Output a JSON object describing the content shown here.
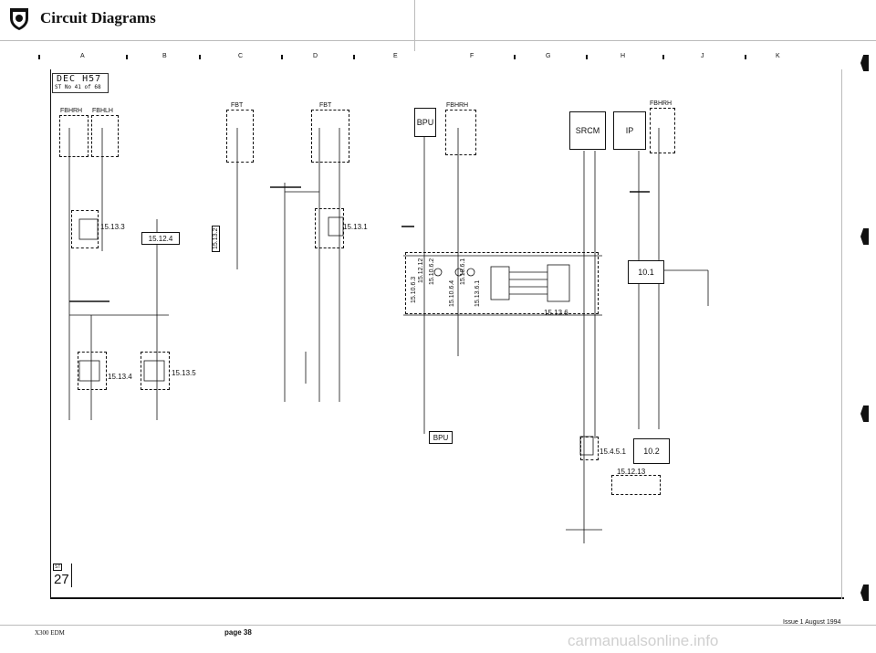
{
  "header": {
    "title": "Circuit Diagrams",
    "logo_icon": "jaguar-crest-icon"
  },
  "grid": {
    "columns": [
      "A",
      "B",
      "C",
      "D",
      "E",
      "F",
      "G",
      "H",
      "J",
      "K"
    ]
  },
  "reference": {
    "top": "DEC H57",
    "bottom": "ST No 41 of 68"
  },
  "sheet": {
    "small": "ST",
    "number": "27"
  },
  "components": {
    "fbhrh": "FBHRH",
    "fbhlh": "FBHLH",
    "fbt1": "FBT",
    "fbt2": "FBT",
    "bpu_top": "BPU",
    "fbhrh2": "FBHRH",
    "srcm": "SRCM",
    "ip": "IP",
    "fbhrh3": "FBHRH",
    "ref_15_12_4": "15.12.4",
    "ref_10_1": "10.1",
    "ref_10_2": "10.2",
    "bpu_bottom": "BPU",
    "ref_15_12_13": "15.12.13",
    "ref_15_13_3": "15.13.3",
    "ref_15_13_1": "15.13.1",
    "ref_15_13_4": "15.13.4",
    "ref_15_13_5": "15.13.5",
    "ref_15_13_6": "15.13.6",
    "ref_15_4_5_1": "15.4.5.1",
    "ref_15_13_2": "15.13.2",
    "ref_15_10_6_3": "15.10.6.3",
    "ref_15_12_12": "15.12.12",
    "ref_15_10_6_2": "15.10.6.2",
    "ref_15_10_6_4": "15.10.6.4",
    "ref_15_10_6_1": "15.10.6.1",
    "ref_15_13_6_1": "15.13.6.1"
  },
  "footer": {
    "left": "X300 EDM",
    "page": "page 38",
    "issue": "Issue 1 August 1994",
    "watermark": "carmanualsonline.info"
  },
  "colors": {
    "ink": "#111111",
    "rule": "#bbbbbb",
    "watermark": "#d0d0d0"
  }
}
